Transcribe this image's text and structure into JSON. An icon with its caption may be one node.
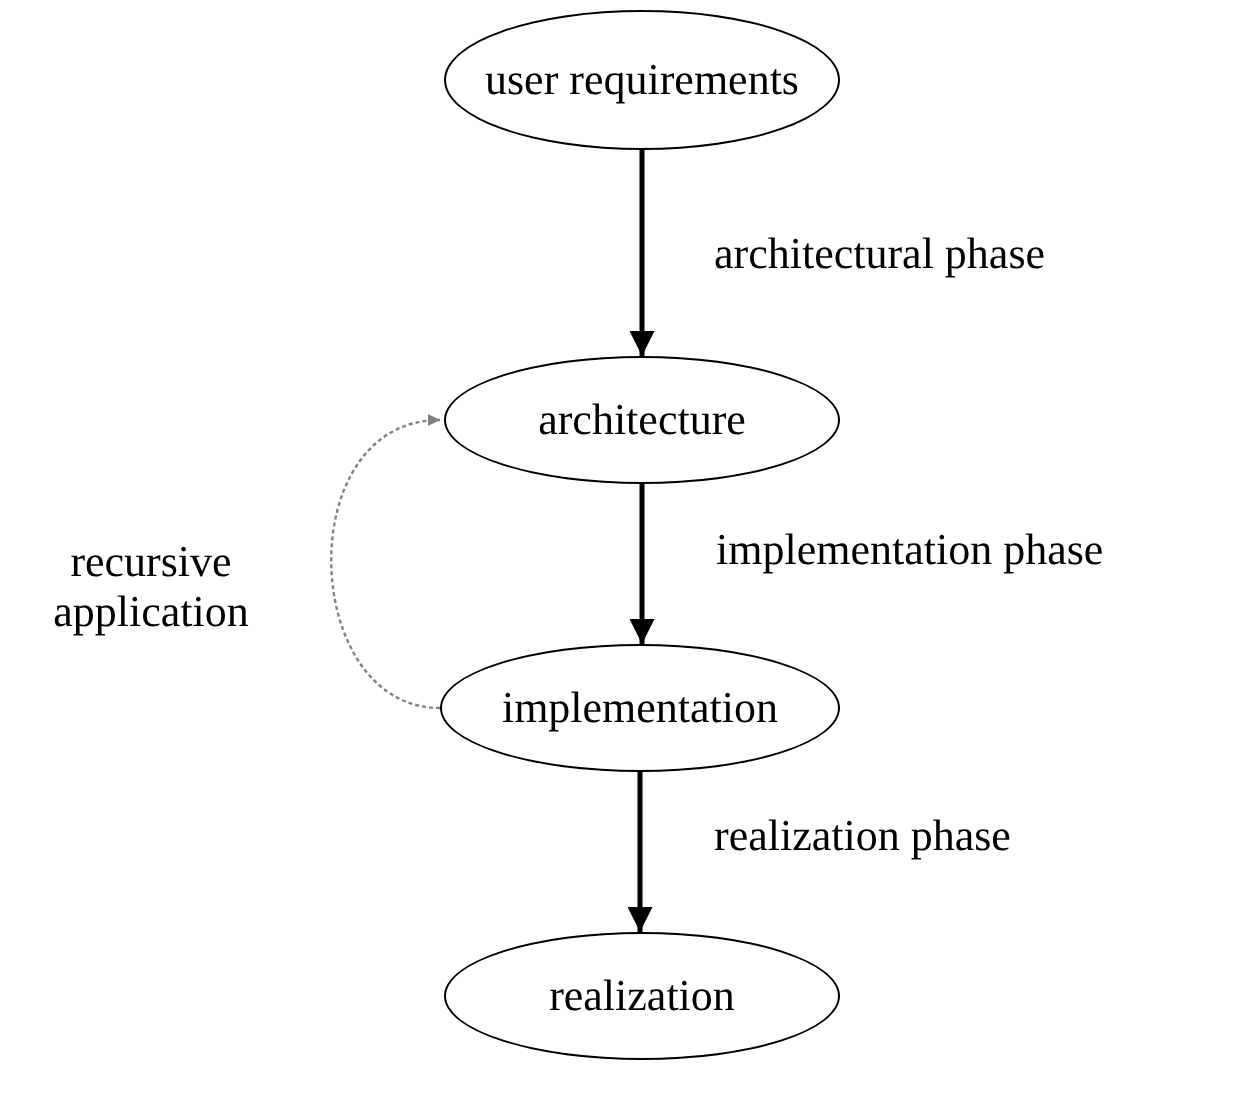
{
  "diagram": {
    "nodes": [
      {
        "text": [
          "user requirements"
        ]
      },
      {
        "text": [
          "architecture"
        ]
      },
      {
        "text": [
          "implementation"
        ]
      },
      {
        "text": [
          "realization"
        ]
      }
    ],
    "edges": [
      {
        "from": 0,
        "to": 1,
        "arrow": "to",
        "label": "architectural phase"
      },
      {
        "from": 1,
        "to": 2,
        "arrow": "to",
        "label": "implementation phase"
      },
      {
        "from": 2,
        "to": 3,
        "arrow": "to",
        "label": "realization phase"
      },
      {
        "from": 2,
        "to": 1,
        "arrow": "to",
        "label": "recursive application",
        "style": "dashed",
        "color": "#808080"
      }
    ]
  }
}
